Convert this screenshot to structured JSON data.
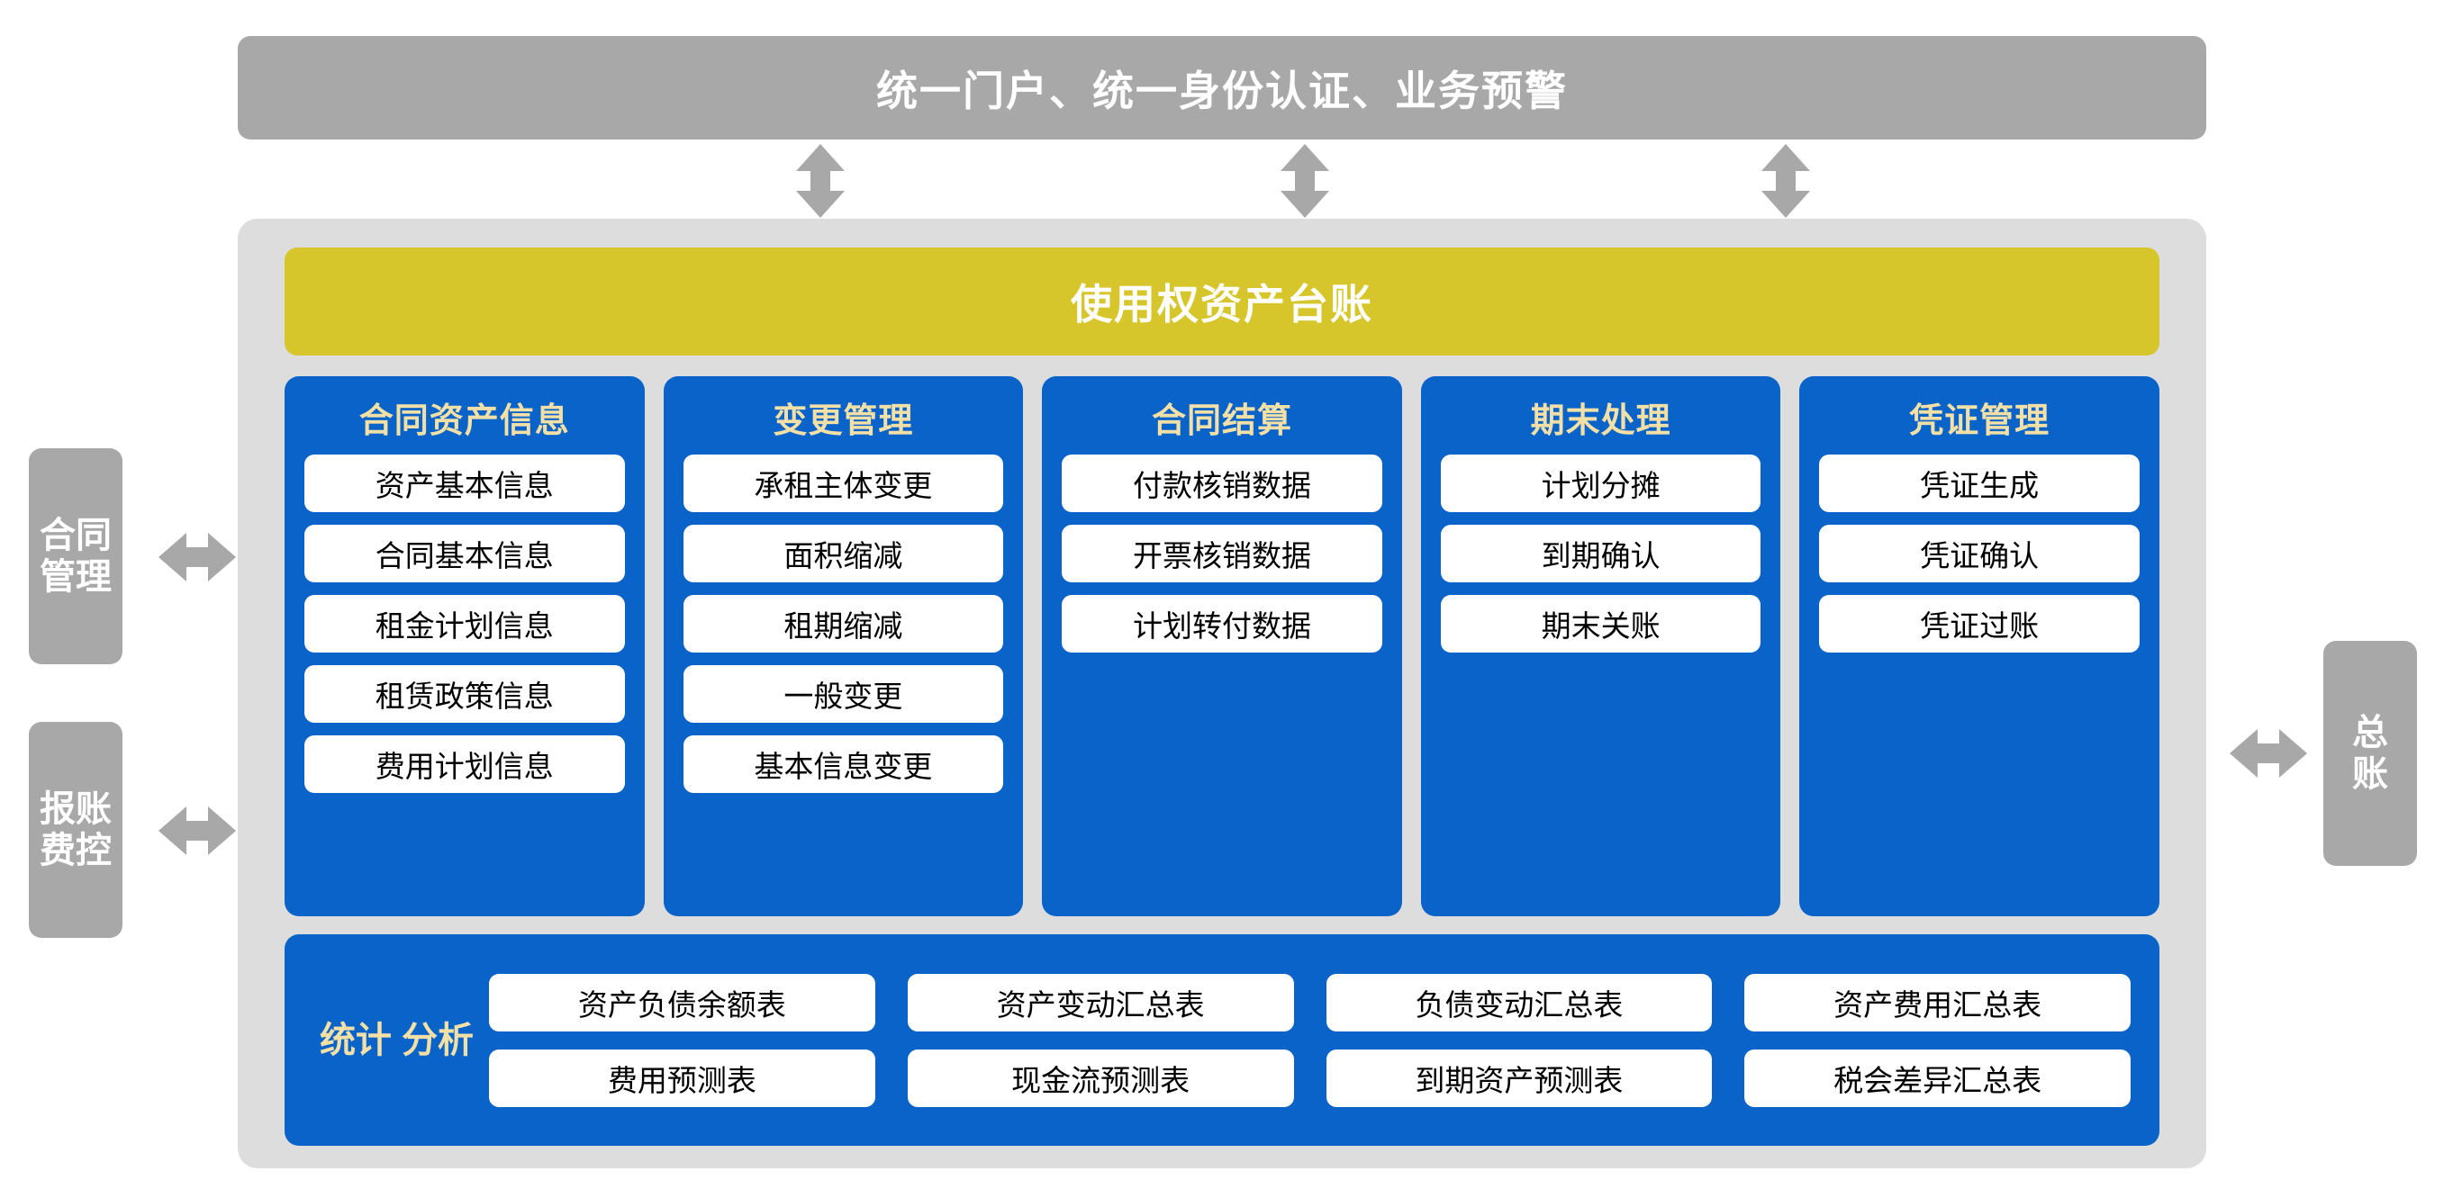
{
  "portal": {
    "title": "统一门户、统一身份认证、业务预警"
  },
  "ledger": {
    "title": "使用权资产台账"
  },
  "colors": {
    "portal_bar": "#a8a8a8",
    "panel_bg": "#dddddd",
    "ledger_bar": "#d6c62c",
    "module_blue": "#0a63c8",
    "module_title_gold": "#f3e0a6",
    "item_white": "#ffffff",
    "arrow_gray": "#a8a8a8"
  },
  "modules": [
    {
      "title": "合同资产信息",
      "items": [
        "资产基本信息",
        "合同基本信息",
        "租金计划信息",
        "租赁政策信息",
        "费用计划信息"
      ]
    },
    {
      "title": "变更管理",
      "items": [
        "承租主体变更",
        "面积缩减",
        "租期缩减",
        "一般变更",
        "基本信息变更"
      ]
    },
    {
      "title": "合同结算",
      "items": [
        "付款核销数据",
        "开票核销数据",
        "计划转付数据"
      ]
    },
    {
      "title": "期末处理",
      "items": [
        "计划分摊",
        "到期确认",
        "期末关账"
      ]
    },
    {
      "title": "凭证管理",
      "items": [
        "凭证生成",
        "凭证确认",
        "凭证过账"
      ]
    }
  ],
  "statistics": {
    "label": "统计\n分析",
    "reports": [
      "资产负债余额表",
      "资产变动汇总表",
      "负债变动汇总表",
      "资产费用汇总表",
      "费用预测表",
      "现金流预测表",
      "到期资产预测表",
      "税会差异汇总表"
    ]
  },
  "side_labels": {
    "left": [
      {
        "text": "合同\n管理"
      },
      {
        "text": "报账\n费控"
      }
    ],
    "right": [
      {
        "text": "总\n账"
      }
    ]
  },
  "arrows": {
    "vertical_count": 3,
    "horizontal_count": 3,
    "style": "double-headed"
  }
}
